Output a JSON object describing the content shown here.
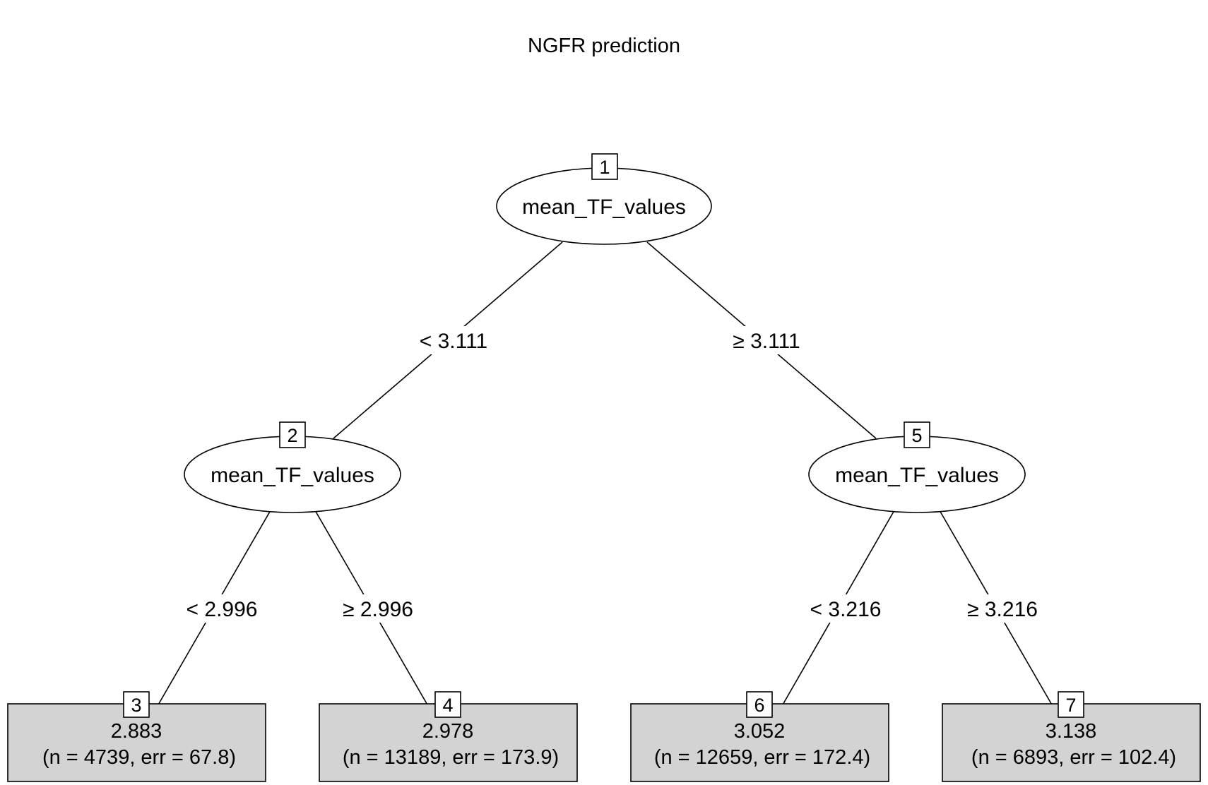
{
  "title": "NGFR prediction",
  "nodes": {
    "n1": {
      "id": "1",
      "variable": "mean_TF_values"
    },
    "n2": {
      "id": "2",
      "variable": "mean_TF_values"
    },
    "n5": {
      "id": "5",
      "variable": "mean_TF_values"
    }
  },
  "edges": {
    "e1_2": "< 3.111",
    "e1_5": "≥ 3.111",
    "e2_3": "< 2.996",
    "e2_4": "≥ 2.996",
    "e5_6": "< 3.216",
    "e5_7": "≥ 3.216"
  },
  "leaves": {
    "n3": {
      "id": "3",
      "value": "2.883",
      "stats": "(n = 4739, err = 67.8)"
    },
    "n4": {
      "id": "4",
      "value": "2.978",
      "stats": "(n = 13189, err = 173.9)"
    },
    "n6": {
      "id": "6",
      "value": "3.052",
      "stats": "(n = 12659, err = 172.4)"
    },
    "n7": {
      "id": "7",
      "value": "3.138",
      "stats": "(n = 6893, err = 102.4)"
    }
  }
}
